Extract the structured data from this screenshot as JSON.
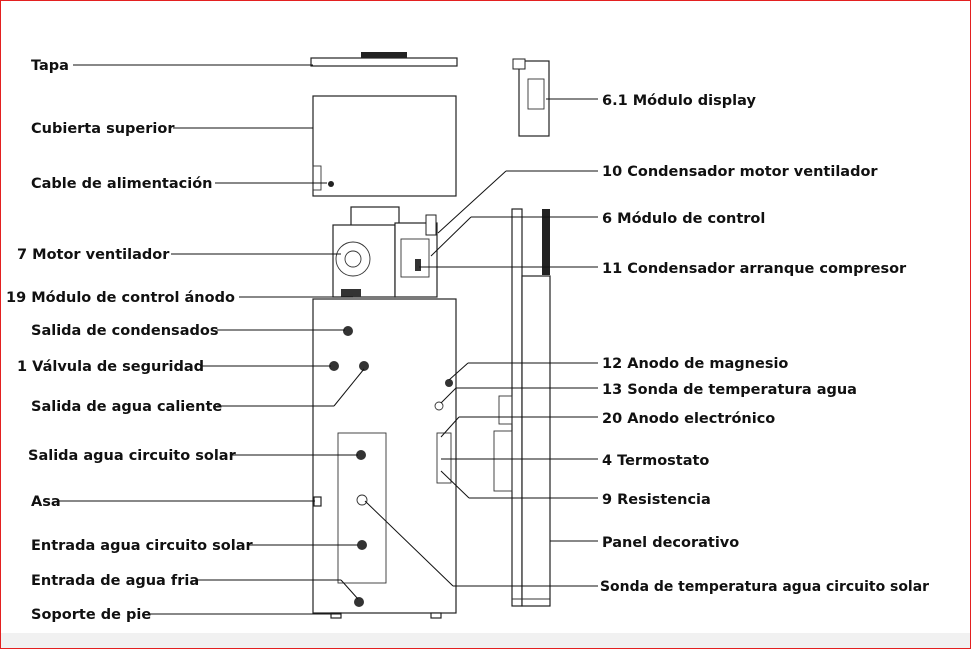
{
  "diagram": {
    "labels_left": {
      "tapa": "Tapa",
      "cubierta_superior": "Cubierta superior",
      "cable_alimentacion": "Cable de alimentación",
      "motor_ventilador": "7 Motor ventilador",
      "modulo_control_anodo": "19 Módulo de control ánodo",
      "salida_condensados": "Salida de condensados",
      "valvula_seguridad": "1 Válvula de seguridad",
      "salida_agua_caliente": "Salida de agua caliente",
      "salida_agua_circuito_solar": "Salida agua circuito solar",
      "asa": "Asa",
      "entrada_agua_circuito_solar": "Entrada agua circuito solar",
      "entrada_agua_fria": "Entrada de agua fria",
      "soporte_pie": "Soporte de pie"
    },
    "labels_right": {
      "modulo_display": "6.1 Módulo display",
      "condensador_motor_ventilador": "10 Condensador motor ventilador",
      "modulo_control": "6 Módulo de control",
      "condensador_arranque_compresor": "11 Condensador arranque compresor",
      "anodo_magnesio": "12 Anodo de magnesio",
      "sonda_temperatura_agua": "13 Sonda de temperatura agua",
      "anodo_electronico": "20 Anodo electrónico",
      "termostato": "4 Termostato",
      "resistencia": "9 Resistencia",
      "panel_decorativo": "Panel decorativo",
      "sonda_temperatura_circuito_solar": "Sonda de temperatura agua circuito solar"
    }
  }
}
